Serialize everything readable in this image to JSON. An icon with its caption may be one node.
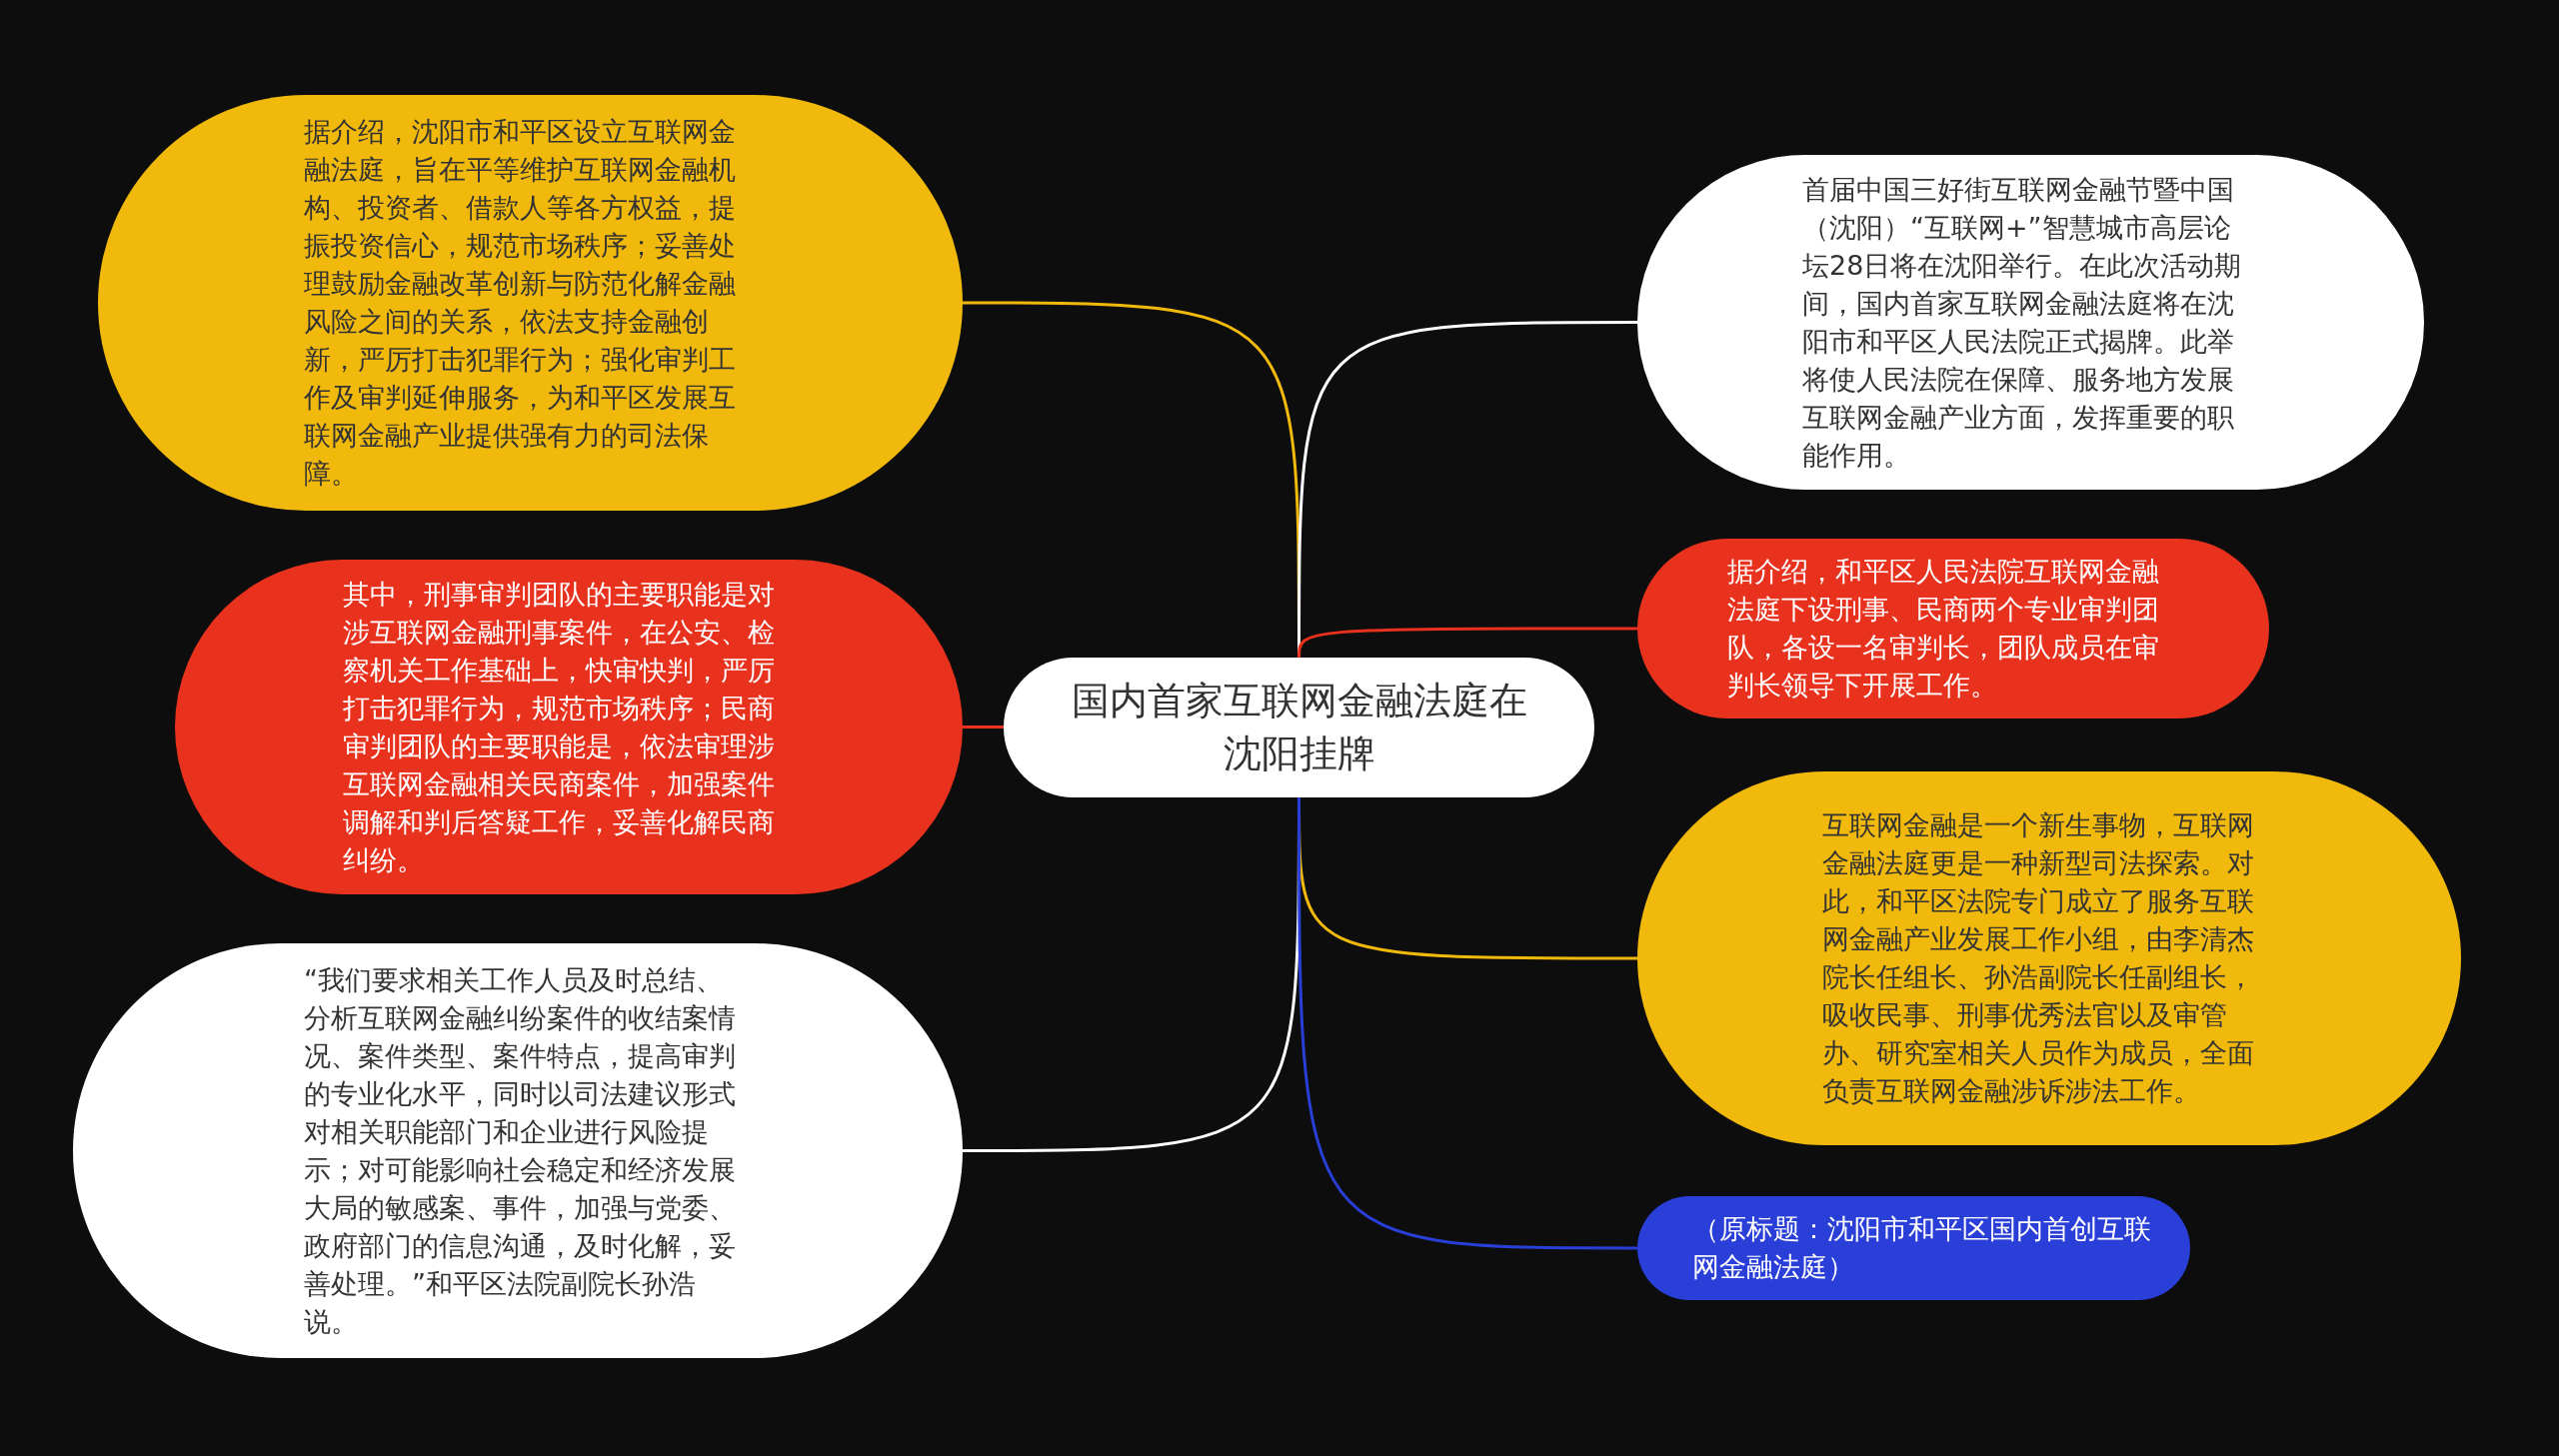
{
  "diagram": {
    "nodes": [
      {
        "text": [
          "国内首家互联网金融法庭在沈阳挂牌"
        ]
      },
      {
        "text": [
          "据介绍，沈阳市和平区设立互联网金融法庭，旨在平等维护互联网金融机构、投资者、借款人等各方权益，提振投资信心，规范市场秩序；妥善处理鼓励金融改革创新与防范化解金融风险之间的关系，依法支持金融创新，严厉打击犯罪行为；强化审判工作及审判延伸服务，为和平区发展互联网金融产业提供强有力的司法保障。"
        ]
      },
      {
        "text": [
          "其中，刑事审判团队的主要职能是对涉互联网金融刑事案件，在公安、检察机关工作基础上，快审快判，严厉打击犯罪行为，规范市场秩序；民商审判团队的主要职能是，依法审理涉互联网金融相关民商案件，加强案件调解和判后答疑工作，妥善化解民商纠纷。"
        ]
      },
      {
        "text": [
          "“我们要求相关工作人员及时总结、分析互联网金融纠纷案件的收结案情况、案件类型、案件特点，提高审判的专业化水平，同时以司法建议形式对相关职能部门和企业进行风险提示；对可能影响社会稳定和经济发展大局的敏感案、事件，加强与党委、政府部门的信息沟通，及时化解，妥善处理。”和平区法院副院长孙浩说。"
        ]
      },
      {
        "text": [
          "首届中国三好街互联网金融节暨中国（沈阳）“互联网+”智慧城市高层论坛28日将在沈阳举行。在此次活动期间，国内首家互联网金融法庭将在沈阳市和平区人民法院正式揭牌。此举将使人民法院在保障、服务地方发展互联网金融产业方面，发挥重要的职能作用。"
        ]
      },
      {
        "text": [
          "据介绍，和平区人民法院互联网金融法庭下设刑事、民商两个专业审判团队，各设一名审判长，团队成员在审判长领导下开展工作。"
        ]
      },
      {
        "text": [
          "互联网金融是一个新生事物，互联网金融法庭更是一种新型司法探索。对此，和平区法院专门成立了服务互联网金融产业发展工作小组，由李清杰院长任组长、孙浩副院长任副组长，吸收民事、刑事优秀法官以及审管办、研究室相关人员作为成员，全面负责互联网金融涉诉涉法工作。"
        ]
      },
      {
        "text": [
          "（原标题：沈阳市和平区国内首创互联网金融法庭）"
        ]
      }
    ],
    "edges": [
      {
        "from": 0,
        "to": 1,
        "arrow": "none",
        "color": "#f0b90b"
      },
      {
        "from": 0,
        "to": 2,
        "arrow": "none",
        "color": "#e8321e"
      },
      {
        "from": 0,
        "to": 3,
        "arrow": "none",
        "color": "#ffffff"
      },
      {
        "from": 0,
        "to": 4,
        "arrow": "none",
        "color": "#ffffff"
      },
      {
        "from": 0,
        "to": 5,
        "arrow": "none",
        "color": "#e8321e"
      },
      {
        "from": 0,
        "to": 6,
        "arrow": "none",
        "color": "#f0b90b"
      },
      {
        "from": 0,
        "to": 7,
        "arrow": "none",
        "color": "#2a3fd8"
      }
    ]
  }
}
